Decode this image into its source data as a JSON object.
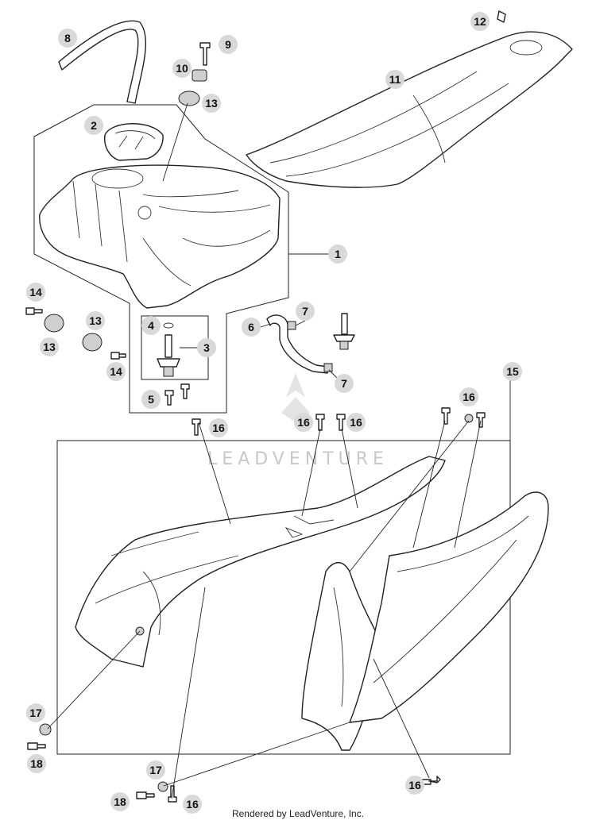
{
  "callouts": [
    "1",
    "2",
    "3",
    "4",
    "5",
    "6",
    "7",
    "7",
    "8",
    "9",
    "10",
    "11",
    "12",
    "13",
    "13",
    "13",
    "14",
    "14",
    "15",
    "16",
    "16",
    "16",
    "16",
    "16",
    "16",
    "17",
    "17",
    "18",
    "18"
  ],
  "watermark": "LEADVENTURE",
  "footer": "Rendered by LeadVenture, Inc."
}
